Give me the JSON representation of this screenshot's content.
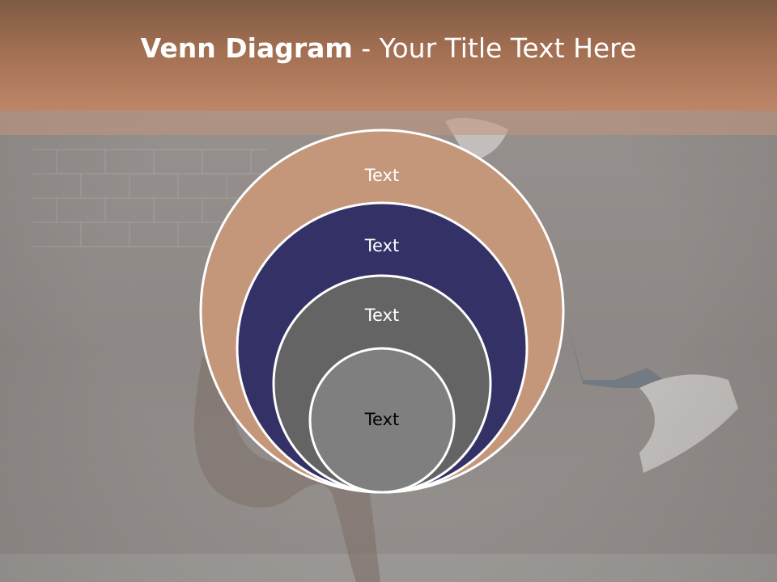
{
  "slide": {
    "title_bold": "Venn Diagram",
    "title_rest": " - Your Title Text Here"
  },
  "venn": {
    "circles": [
      {
        "label": "Text",
        "fill": "#c4977a",
        "text_color": "#ffffff"
      },
      {
        "label": "Text",
        "fill": "#343166",
        "text_color": "#ffffff"
      },
      {
        "label": "Text",
        "fill": "#646464",
        "text_color": "#ffffff"
      },
      {
        "label": "Text",
        "fill": "#7f7f7f",
        "text_color": "#000000"
      }
    ]
  },
  "colors": {
    "title_band": "#a26f52",
    "stroke": "#ffffff"
  }
}
